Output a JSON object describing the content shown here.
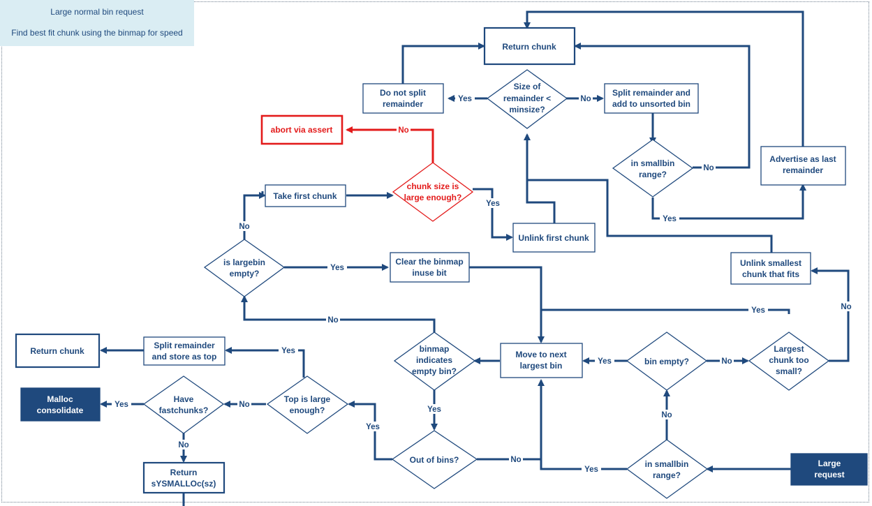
{
  "note": {
    "line1": "Large normal bin request",
    "line2": "Find best fit chunk using the binmap for speed"
  },
  "colors": {
    "navy": "#1f497d",
    "red": "#e31b1b",
    "note_bg": "#daedf3",
    "filled_box": "#1f497d"
  },
  "nodes": {
    "return_chunk_top": "Return chunk",
    "do_not_split": [
      "Do not split",
      "remainder"
    ],
    "size_of_remainder": [
      "Size of",
      "remainder <",
      "minsize?"
    ],
    "split_remainder_unsorted": [
      "Split remainder and",
      "add to unsorted bin"
    ],
    "abort_via_assert": "abort via assert",
    "in_smallbin_range_top": [
      "in smallbin",
      "range?"
    ],
    "advertise_last_remainder": [
      "Advertise as last",
      "remainder"
    ],
    "take_first_chunk": "Take first chunk",
    "chunk_size_large_enough": [
      "chunk size is",
      "large enough?"
    ],
    "unlink_first_chunk": "Unlink first chunk",
    "is_largebin_empty": [
      "is largebin",
      "empty?"
    ],
    "clear_binmap": [
      "Clear the binmap",
      "inuse bit"
    ],
    "unlink_smallest": [
      "Unlink smallest",
      "chunk that fits"
    ],
    "return_chunk_left": "Return chunk",
    "split_store_top": [
      "Split remainder",
      "and store as top"
    ],
    "binmap_indicates_empty": [
      "binmap",
      "indicates",
      "empty bin?"
    ],
    "move_to_next_bin": [
      "Move to next",
      "largest bin"
    ],
    "bin_empty": "bin empty?",
    "largest_chunk_too_small": [
      "Largest",
      "chunk too",
      "small?"
    ],
    "malloc_consolidate": [
      "Malloc",
      "consolidate"
    ],
    "have_fastchunks": [
      "Have",
      "fastchunks?"
    ],
    "top_is_large_enough": [
      "Top is large",
      "enough?"
    ],
    "out_of_bins": "Out of bins?",
    "in_smallbin_range_bottom": [
      "in smallbin",
      "range?"
    ],
    "large_request": [
      "Large",
      "request"
    ],
    "return_sysmalloc": [
      "Return",
      "sYSMALLOc(sz)"
    ]
  },
  "edge_labels": {
    "yes": "Yes",
    "no": "No"
  }
}
